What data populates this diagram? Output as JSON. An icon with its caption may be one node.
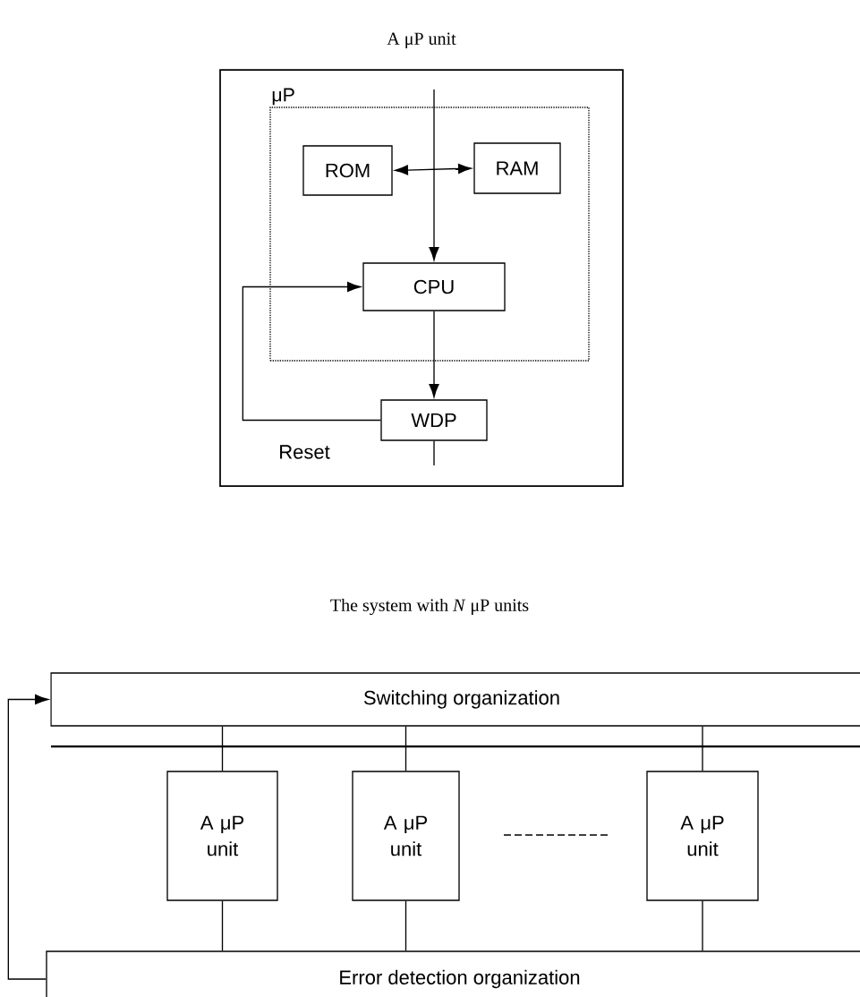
{
  "diagram": {
    "nodes": [
      {
        "text": [
          "A μP unit"
        ]
      },
      {
        "text": [
          "μP"
        ],
        "in": 0
      },
      {
        "text": [
          "ROM"
        ],
        "in": 1
      },
      {
        "text": [
          "RAM"
        ],
        "in": 1
      },
      {
        "text": [
          "CPU"
        ],
        "in": 1
      },
      {
        "text": [
          "WDP"
        ],
        "in": 0
      },
      {
        "text": [
          "Switching organization"
        ]
      },
      {
        "text": [
          "A μP unit"
        ]
      },
      {
        "text": [
          "A μP unit"
        ]
      },
      {
        "text": [
          "A μP unit"
        ]
      },
      {
        "text": [
          "Error detection organization"
        ]
      }
    ],
    "edges": [
      {
        "from": 2,
        "to": 3,
        "arrow": "both"
      },
      {
        "from": null,
        "to": 4,
        "arrow": "to"
      },
      {
        "from": 4,
        "to": 5,
        "arrow": "to"
      },
      {
        "from": 5,
        "to": 4,
        "arrow": "to",
        "label": "Reset"
      },
      {
        "from": 5,
        "to": null,
        "arrow": "none"
      },
      {
        "from": 6,
        "to": 7,
        "arrow": "none"
      },
      {
        "from": 6,
        "to": 8,
        "arrow": "none"
      },
      {
        "from": 6,
        "to": 9,
        "arrow": "none"
      },
      {
        "from": 7,
        "to": 10,
        "arrow": "none"
      },
      {
        "from": 8,
        "to": 10,
        "arrow": "none"
      },
      {
        "from": 9,
        "to": 10,
        "arrow": "none"
      },
      {
        "from": 10,
        "to": 6,
        "arrow": "to"
      }
    ],
    "labels": [
      "The system with *N* μP units"
    ]
  }
}
